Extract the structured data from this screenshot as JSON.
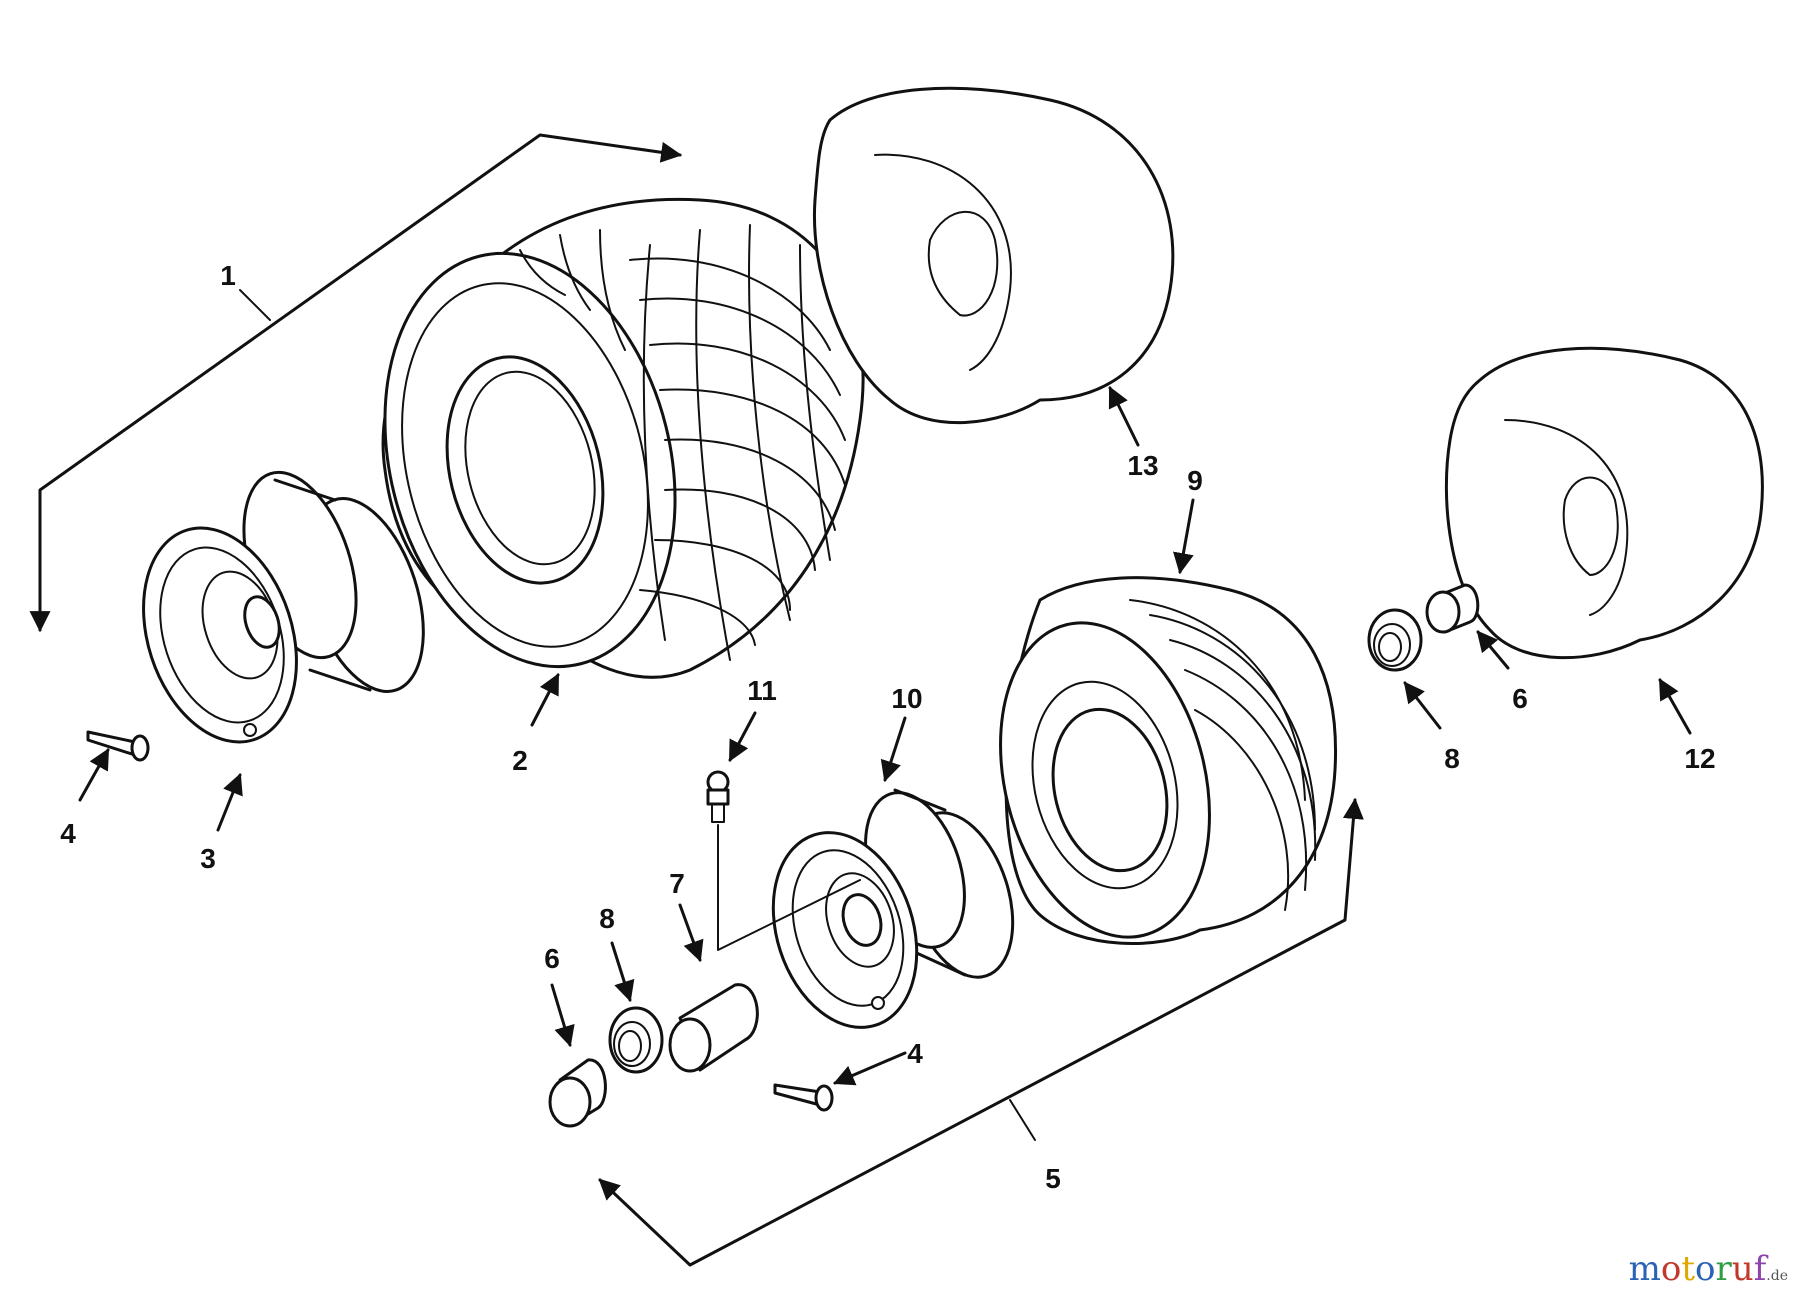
{
  "diagram": {
    "callouts": [
      {
        "id": "c1",
        "label": "1"
      },
      {
        "id": "c2",
        "label": "2"
      },
      {
        "id": "c3",
        "label": "3"
      },
      {
        "id": "c4a",
        "label": "4"
      },
      {
        "id": "c4b",
        "label": "4"
      },
      {
        "id": "c5",
        "label": "5"
      },
      {
        "id": "c6a",
        "label": "6"
      },
      {
        "id": "c6b",
        "label": "6"
      },
      {
        "id": "c7",
        "label": "7"
      },
      {
        "id": "c8a",
        "label": "8"
      },
      {
        "id": "c8b",
        "label": "8"
      },
      {
        "id": "c9",
        "label": "9"
      },
      {
        "id": "c10",
        "label": "10"
      },
      {
        "id": "c11",
        "label": "11"
      },
      {
        "id": "c12",
        "label": "12"
      },
      {
        "id": "c13",
        "label": "13"
      }
    ]
  },
  "watermark": {
    "text": "motoruf",
    "suffix": ".de",
    "letter_colors": [
      "#2a63b5",
      "#c0392b",
      "#e0a800",
      "#2a63b5",
      "#2e9e44",
      "#c0392b",
      "#8e44ad"
    ]
  },
  "colors": {
    "ink": "#111111",
    "background": "#ffffff"
  }
}
